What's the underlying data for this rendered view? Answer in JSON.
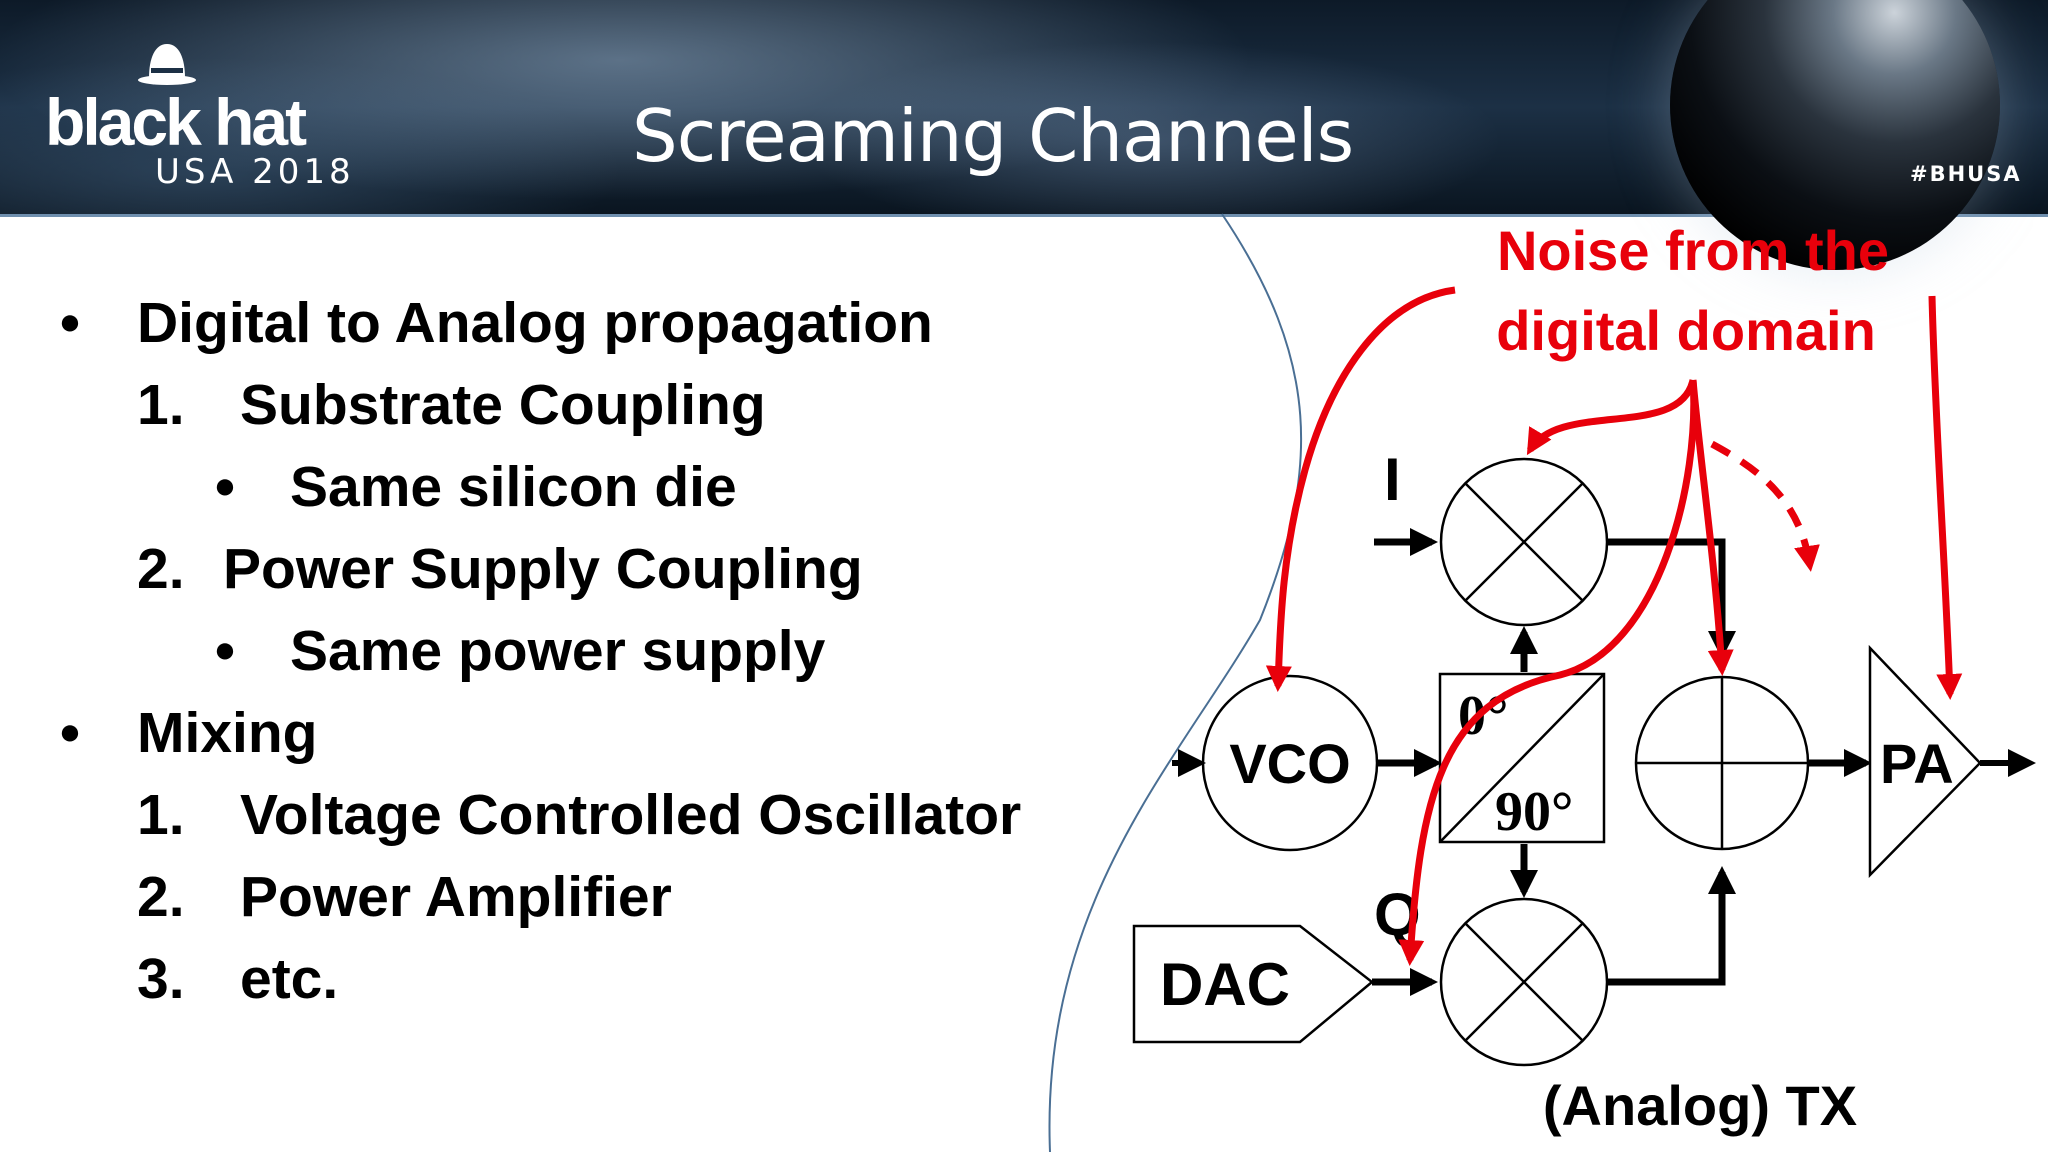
{
  "header": {
    "logo_text": "black hat",
    "logo_subtext": "USA 2018",
    "title": "Screaming Channels",
    "hashtag": "#BHUSA"
  },
  "bullets": [
    {
      "marker": "•",
      "text": "Digital to Analog propagation",
      "level": 0
    },
    {
      "marker": "1.",
      "text": "Substrate Coupling",
      "level": 1
    },
    {
      "marker": "•",
      "text": "Same silicon die",
      "level": 2
    },
    {
      "marker": "2.",
      "text": "Power Supply Coupling",
      "level": 1
    },
    {
      "marker": "•",
      "text": "Same power supply",
      "level": 2
    },
    {
      "marker": "•",
      "text": "Mixing",
      "level": 0
    },
    {
      "marker": "1.",
      "text": "Voltage Controlled Oscillator",
      "level": 1
    },
    {
      "marker": "2.",
      "text": "Power Amplifier",
      "level": 1
    },
    {
      "marker": "3.",
      "text": "etc.",
      "level": 1
    }
  ],
  "diagram": {
    "annotation_line1": "Noise from the",
    "annotation_line2": "digital domain",
    "i_label": "I",
    "q_label": "Q",
    "vco_label": "VCO",
    "phase_0": "0°",
    "phase_90": "90°",
    "pa_label": "PA",
    "dac_label": "DAC",
    "caption": "(Analog) TX",
    "noise_color": "#e8000b",
    "line_color": "#000000"
  }
}
